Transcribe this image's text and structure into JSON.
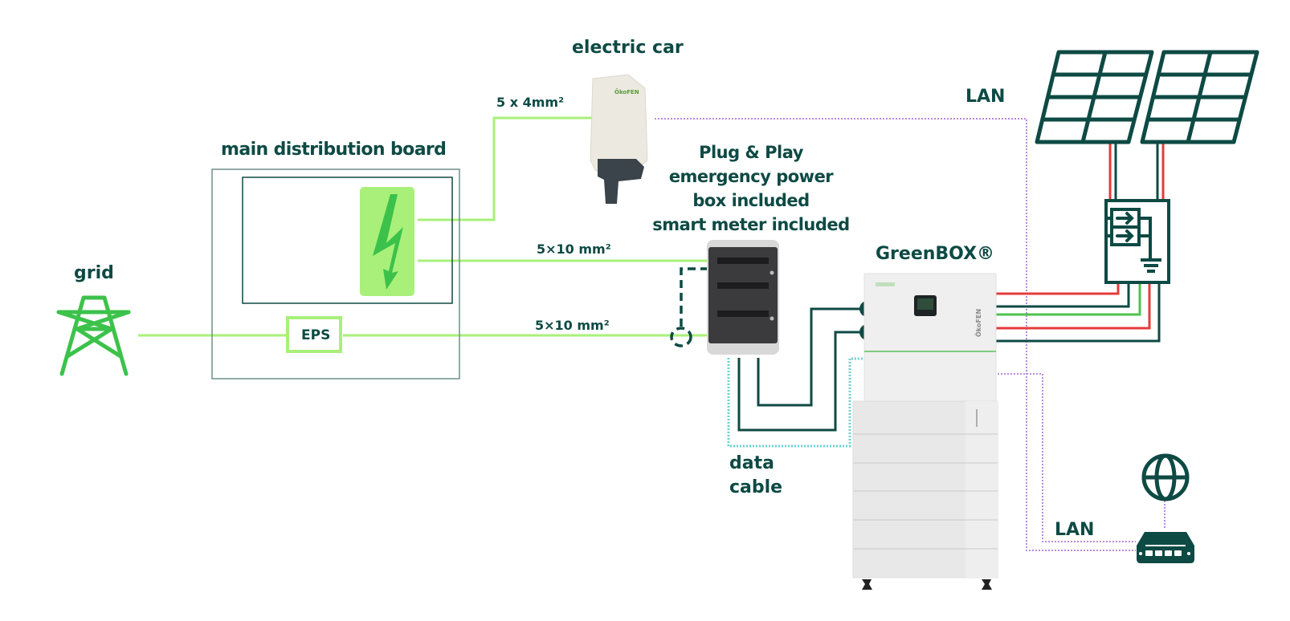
{
  "colors": {
    "text": "#0e4a44",
    "dark_line": "#0e4a44",
    "ac_line": "#a8f07a",
    "grid_icon": "#3cc24b",
    "lan_line": "#b98be0",
    "data_line": "#6cd3cf",
    "dc_positive": "#e53b3b",
    "dc_green": "#4cc34c",
    "box_border": "#6f8f8c"
  },
  "labels": {
    "grid": "grid",
    "main_distribution_board": "main distribution board",
    "eps": "EPS",
    "electric_car": "electric car",
    "cable_car": "5 x 4mm²",
    "cable_upper": "5×10 mm²",
    "cable_lower": "5×10 mm²",
    "plug_play_lines": [
      "Plug & Play",
      "emergency power",
      "box included",
      "smart meter included"
    ],
    "greenbox": "GreenBOX®",
    "data_cable_lines": [
      "data",
      "cable"
    ],
    "lan_top": "LAN",
    "lan_bottom": "LAN",
    "brand_wallbox": "ÖkoFEN",
    "brand_inverter": "ÖkoFEN"
  },
  "components": [
    {
      "id": "grid",
      "icon": "power-pylon-icon"
    },
    {
      "id": "main-distribution-board",
      "icon": "lightning-bolt-icon"
    },
    {
      "id": "eps-box"
    },
    {
      "id": "wallbox",
      "icon": "ev-charger-icon"
    },
    {
      "id": "emergency-power-box",
      "icon": "distribution-cabinet-icon"
    },
    {
      "id": "greenbox-inverter",
      "icon": "inverter-icon"
    },
    {
      "id": "battery-stack",
      "icon": "battery-icon",
      "modules": 6
    },
    {
      "id": "solar-panel-1",
      "icon": "solar-panel-icon"
    },
    {
      "id": "solar-panel-2",
      "icon": "solar-panel-icon"
    },
    {
      "id": "pv-junction-box",
      "icon": "combiner-box-icon"
    },
    {
      "id": "internet",
      "icon": "globe-icon"
    },
    {
      "id": "router",
      "icon": "router-icon"
    }
  ]
}
